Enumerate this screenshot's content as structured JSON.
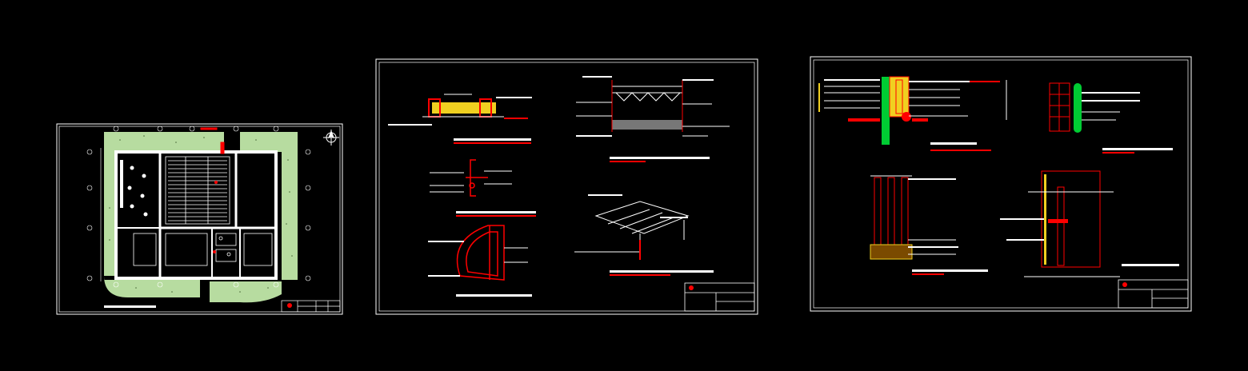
{
  "colors": {
    "background": "#000000",
    "line": "#ffffff",
    "accent": "#ff0000",
    "landscape": "#b7dca0",
    "insulation": "#00cc33",
    "fill_yellow": "#f0d020"
  },
  "sheets": [
    {
      "name": "floor-plan-sheet"
    },
    {
      "name": "construction-details-sheet"
    },
    {
      "name": "wall-and-door-details-sheet"
    }
  ],
  "icons": [
    "north-arrow-icon",
    "title-block-logo-icon"
  ]
}
